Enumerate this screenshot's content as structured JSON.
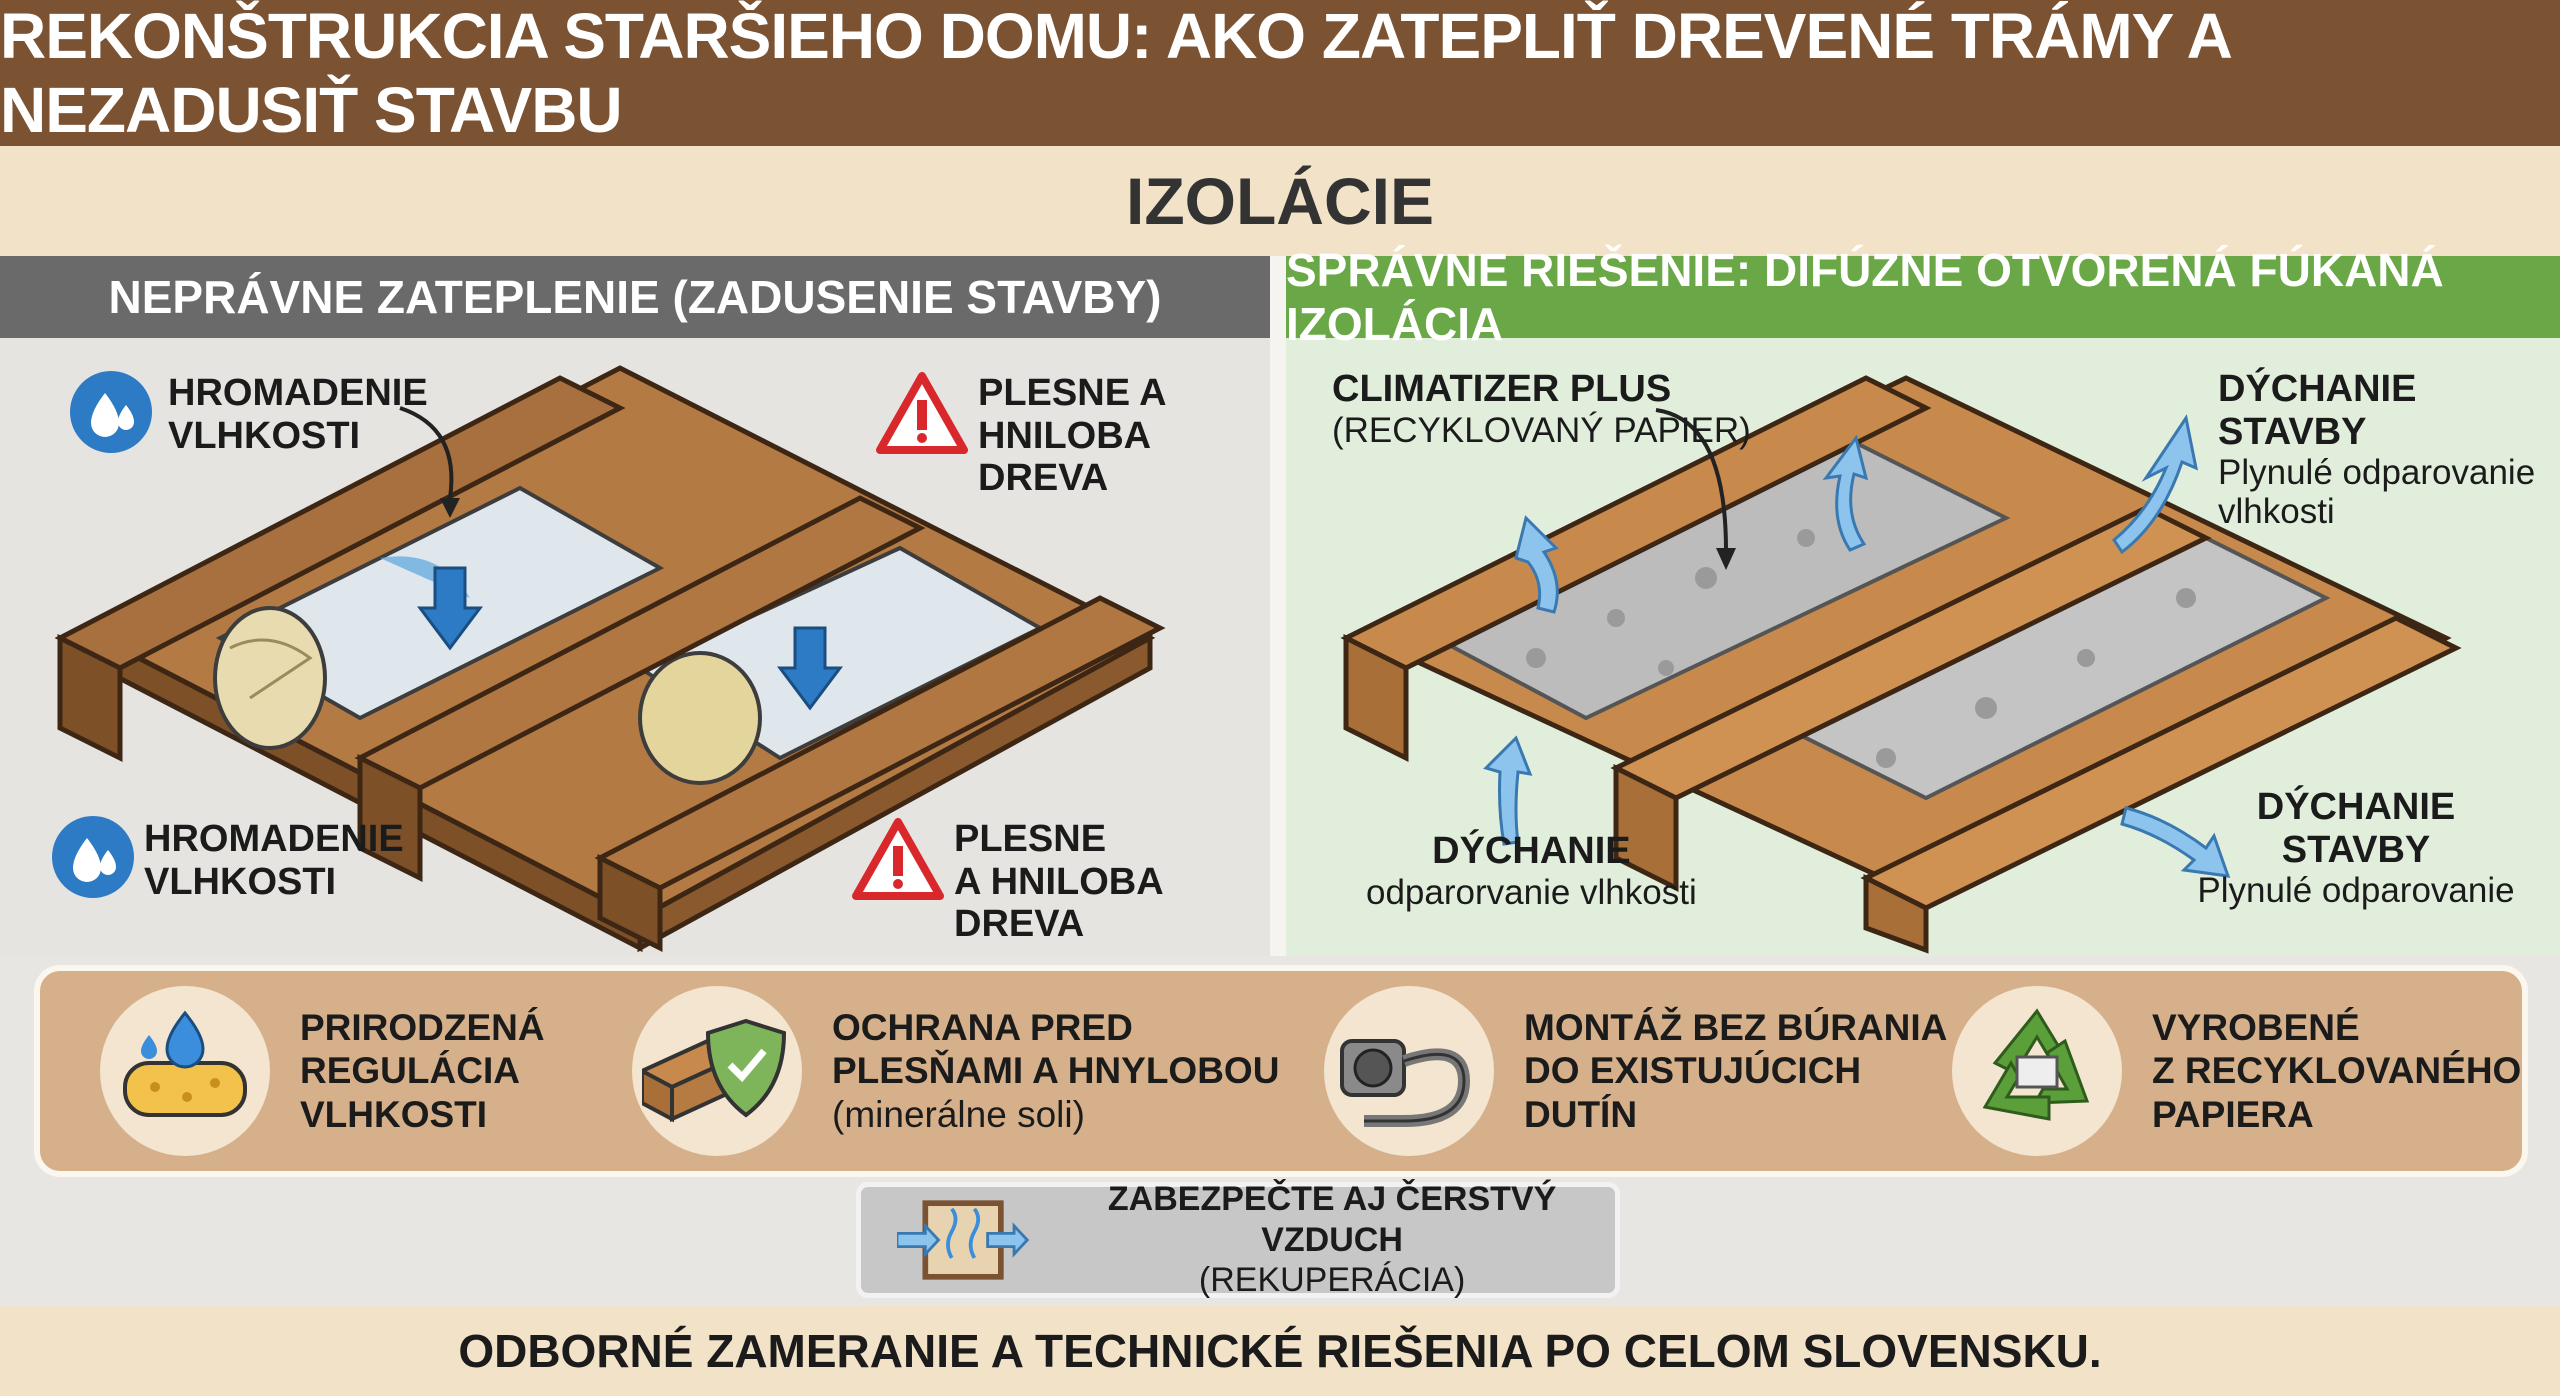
{
  "header": {
    "title": "REKONŠTRUKCIA STARŠIEHO DOMU: AKO ZATEPLIŤ DREVENÉ TRÁMY A NEZADUSIŤ STAVBU"
  },
  "subheader": {
    "title": "IZOLÁCIE"
  },
  "left_panel": {
    "title": "NEPRÁVNE ZATEPLENIE (ZADUSENIE STAVBY)",
    "moisture_top": {
      "line1": "HROMADENIE",
      "line2": "VLHKOSTI"
    },
    "mold_top": {
      "line1": "PLESNE A",
      "line2": "HNILOBA DREVA"
    },
    "moisture_bottom": {
      "line1": "HROMADENIE",
      "line2": "VLHKOSTI"
    },
    "mold_bottom": {
      "line1": "PLESNE",
      "line2": "A HNILOBA DREVA"
    }
  },
  "right_panel": {
    "title": "SPRÁVNE RIEŠENIE: DIFÚZNE OTVORENÁ FÚKANÁ IZOLÁCIA",
    "product": {
      "line1": "CLIMATIZER PLUS",
      "line2": "(RECYKLOVANÝ PAPIER)"
    },
    "breathing_top": {
      "line1": "DÝCHANIE STAVBY",
      "line2": "Plynulé odparovanie",
      "line3": "vlhkosti"
    },
    "breathing_left": {
      "line1": "DÝCHANIE",
      "line2": "odparorvanie vlhkosti"
    },
    "breathing_right": {
      "line1": "DÝCHANIE",
      "line2": "STAVBY",
      "line3": "Plynulé odparovanie"
    }
  },
  "benefits": [
    {
      "icon": "sponge-icon",
      "line1": "PRIRODZENÁ",
      "line2": "REGULÁCIA",
      "line3": "VLHKOSTI"
    },
    {
      "icon": "shield-check-icon",
      "line1": "OCHRANA PRED",
      "line2": "PLESŇAMI A HNYLOBOU",
      "line3": "(minerálne soli)"
    },
    {
      "icon": "blower-machine-icon",
      "line1": "MONTÁŽ BEZ BÚRANIA",
      "line2": "DO EXISTUJÚCICH",
      "line3": "DUTÍN"
    },
    {
      "icon": "recycle-icon",
      "line1": "VYROBENÉ",
      "line2": "Z RECYKLOVANÉHO",
      "line3": "PAPIERA"
    }
  ],
  "air": {
    "icon": "ventilation-icon",
    "line1": "ZABEZPEČTE AJ ČERSTVÝ VZDUCH",
    "line2": "(REKUPERÁCIA)"
  },
  "footer": {
    "text": "ODBORNÉ ZAMERANIE A TECHNICKÉ RIEŠENIA PO CELOM SLOVENSKU."
  },
  "colors": {
    "header_bg": "#7b5232",
    "subheader_bg": "#f2e2c8",
    "left_bar": "#6a6a6a",
    "right_bar": "#6aa746",
    "wood": "#a8703e",
    "water": "#2d7bc4",
    "warning": "#d8282c",
    "benefits_bg": "#d5b08a"
  }
}
